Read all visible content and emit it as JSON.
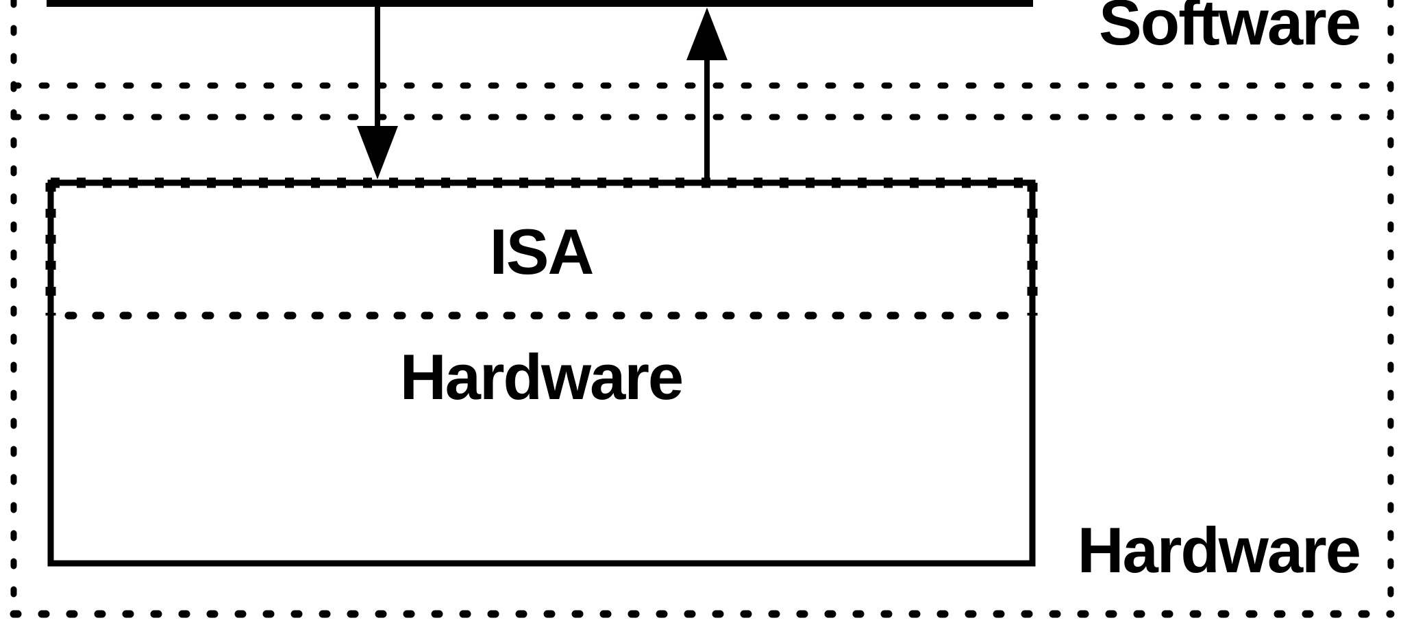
{
  "colors": {
    "ink": "#000000",
    "paper": "#ffffff"
  },
  "labels": {
    "software_region": "Software",
    "hardware_region": "Hardware",
    "isa": "ISA",
    "hardware_inner": "Hardware"
  }
}
